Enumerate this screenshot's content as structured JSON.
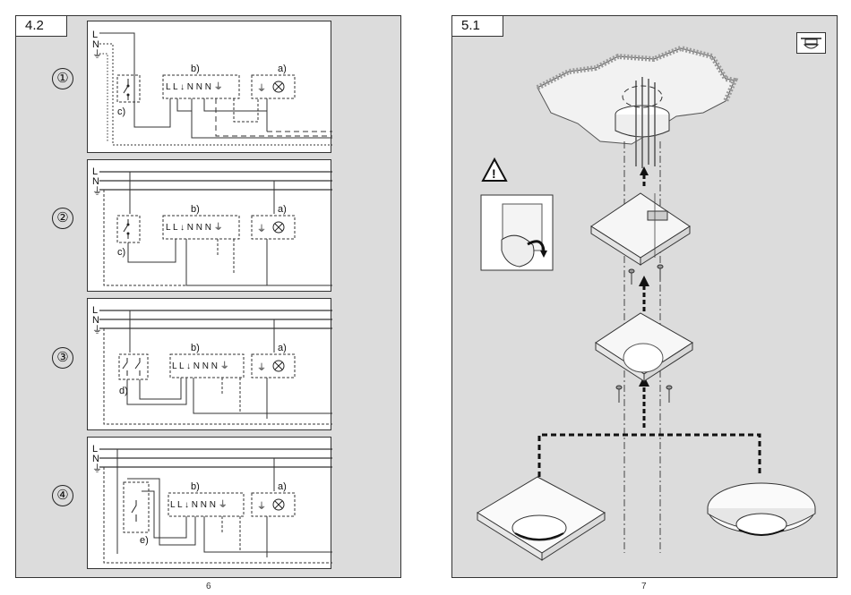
{
  "left_page": {
    "section": "4.2",
    "page_number": "6",
    "panels": [
      {
        "number": "①",
        "label_a": "a)",
        "label_b": "b)",
        "label_c": "c)",
        "terminals": "L L ↓ N N N ⏚"
      },
      {
        "number": "②",
        "label_a": "a)",
        "label_b": "b)",
        "label_c": "c)",
        "terminals": "L L ↓ N N N ⏚"
      },
      {
        "number": "③",
        "label_a": "a)",
        "label_b": "b)",
        "label_c": "d)",
        "terminals": "L L ↓ N N N ⏚"
      },
      {
        "number": "④",
        "label_a": "a)",
        "label_b": "b)",
        "label_c": "e)",
        "terminals": "L L ↓ N N N ⏚"
      }
    ],
    "line_labels": {
      "l": "L",
      "n": "N",
      "pe": "⏚"
    }
  },
  "right_page": {
    "section": "5.1",
    "page_number": "7",
    "warning_symbol": "!",
    "icons": [
      "warning-triangle-icon",
      "ceiling-mount-icon"
    ]
  }
}
